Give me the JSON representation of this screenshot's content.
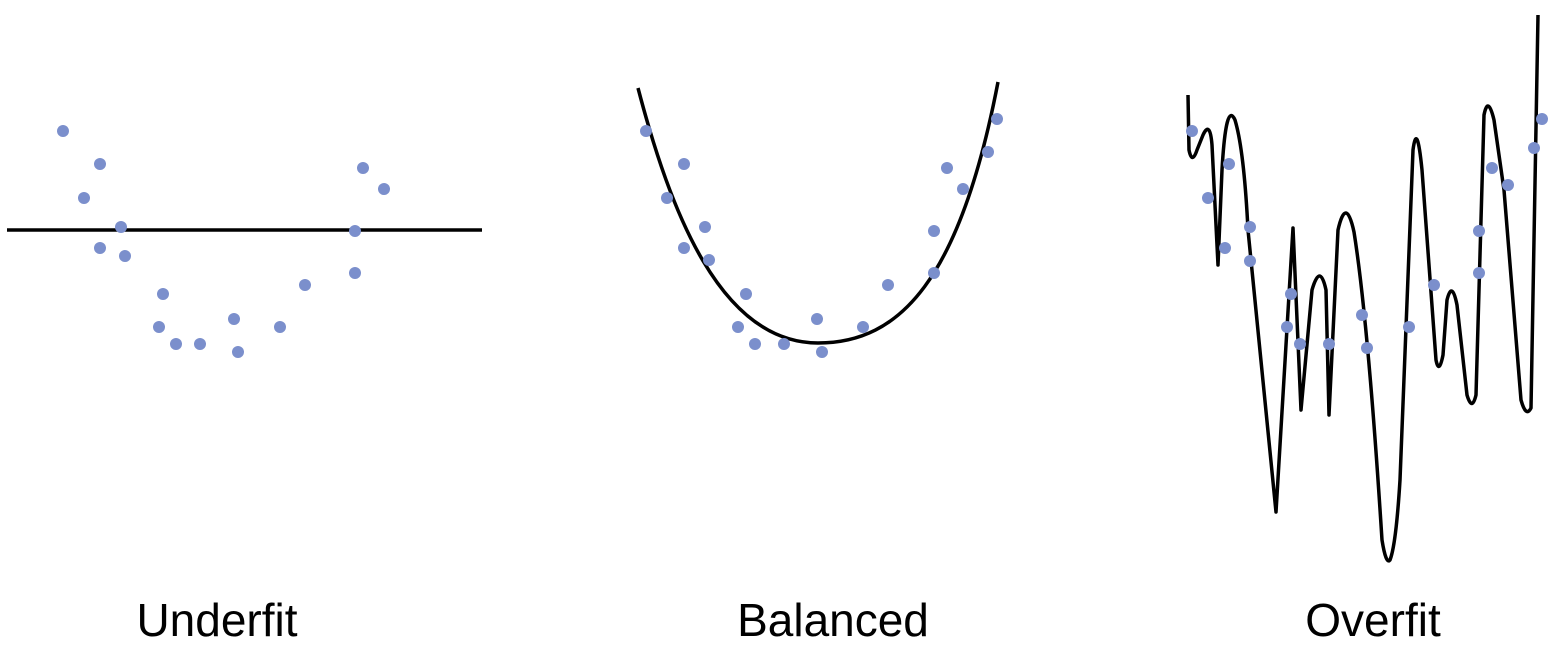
{
  "colors": {
    "points": "#7b8fcc",
    "curve": "#000000",
    "text": "#000000",
    "background": "#ffffff"
  },
  "panels": [
    {
      "id": "underfit",
      "caption": "Underfit"
    },
    {
      "id": "balanced",
      "caption": "Balanced"
    },
    {
      "id": "overfit",
      "caption": "Overfit"
    }
  ]
}
